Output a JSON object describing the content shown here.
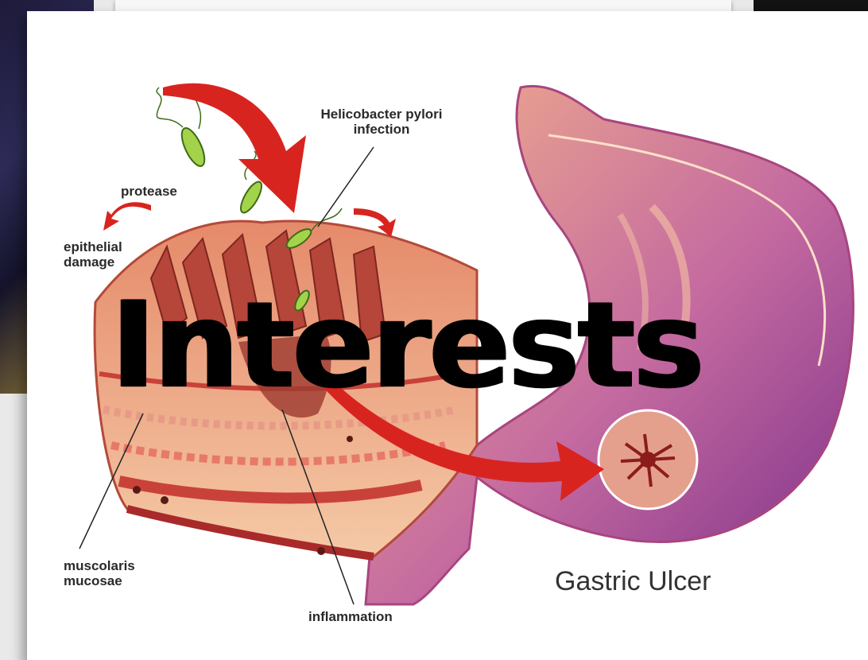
{
  "slide": {
    "title": "Interests"
  },
  "illustration": {
    "labels": {
      "helicobacter": "Helicobacter pylori\ninfection",
      "protease": "protease",
      "epithelial": "epithelial\ndamage",
      "muscolaris": "muscolaris\nmucosae",
      "inflammation": "inflammation",
      "caption": "Gastric Ulcer"
    }
  }
}
